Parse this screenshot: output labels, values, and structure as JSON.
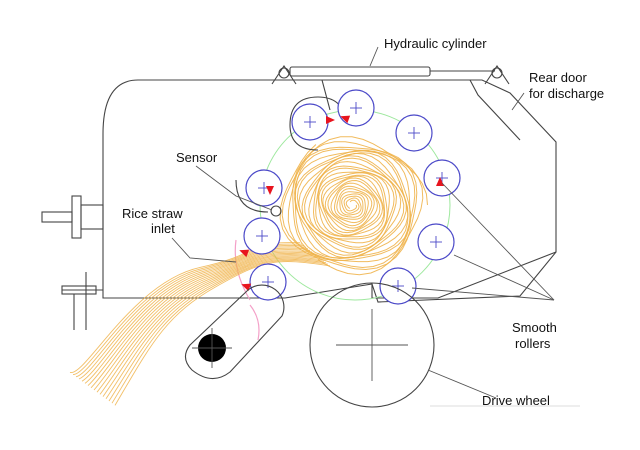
{
  "labels": {
    "hydraulic_cylinder": "Hydraulic cylinder",
    "rear_door_line1": "Rear door",
    "rear_door_line2": "for discharge",
    "sensor": "Sensor",
    "rice_straw_line1": "Rice straw",
    "rice_straw_line2": "inlet",
    "smooth_line1": "Smooth",
    "smooth_line2": "rollers",
    "drive_wheel": "Drive wheel"
  },
  "colors": {
    "outline": "#444444",
    "roller": "#4b49c8",
    "straw": "#f0b44c",
    "arrow": "#e8141e",
    "belt_path": "#9ee89e",
    "pink_path": "#f4a0c8",
    "hub": "#000000"
  },
  "icons": {
    "roller": "roller-icon",
    "rotation_arrow": "arrow-icon"
  }
}
